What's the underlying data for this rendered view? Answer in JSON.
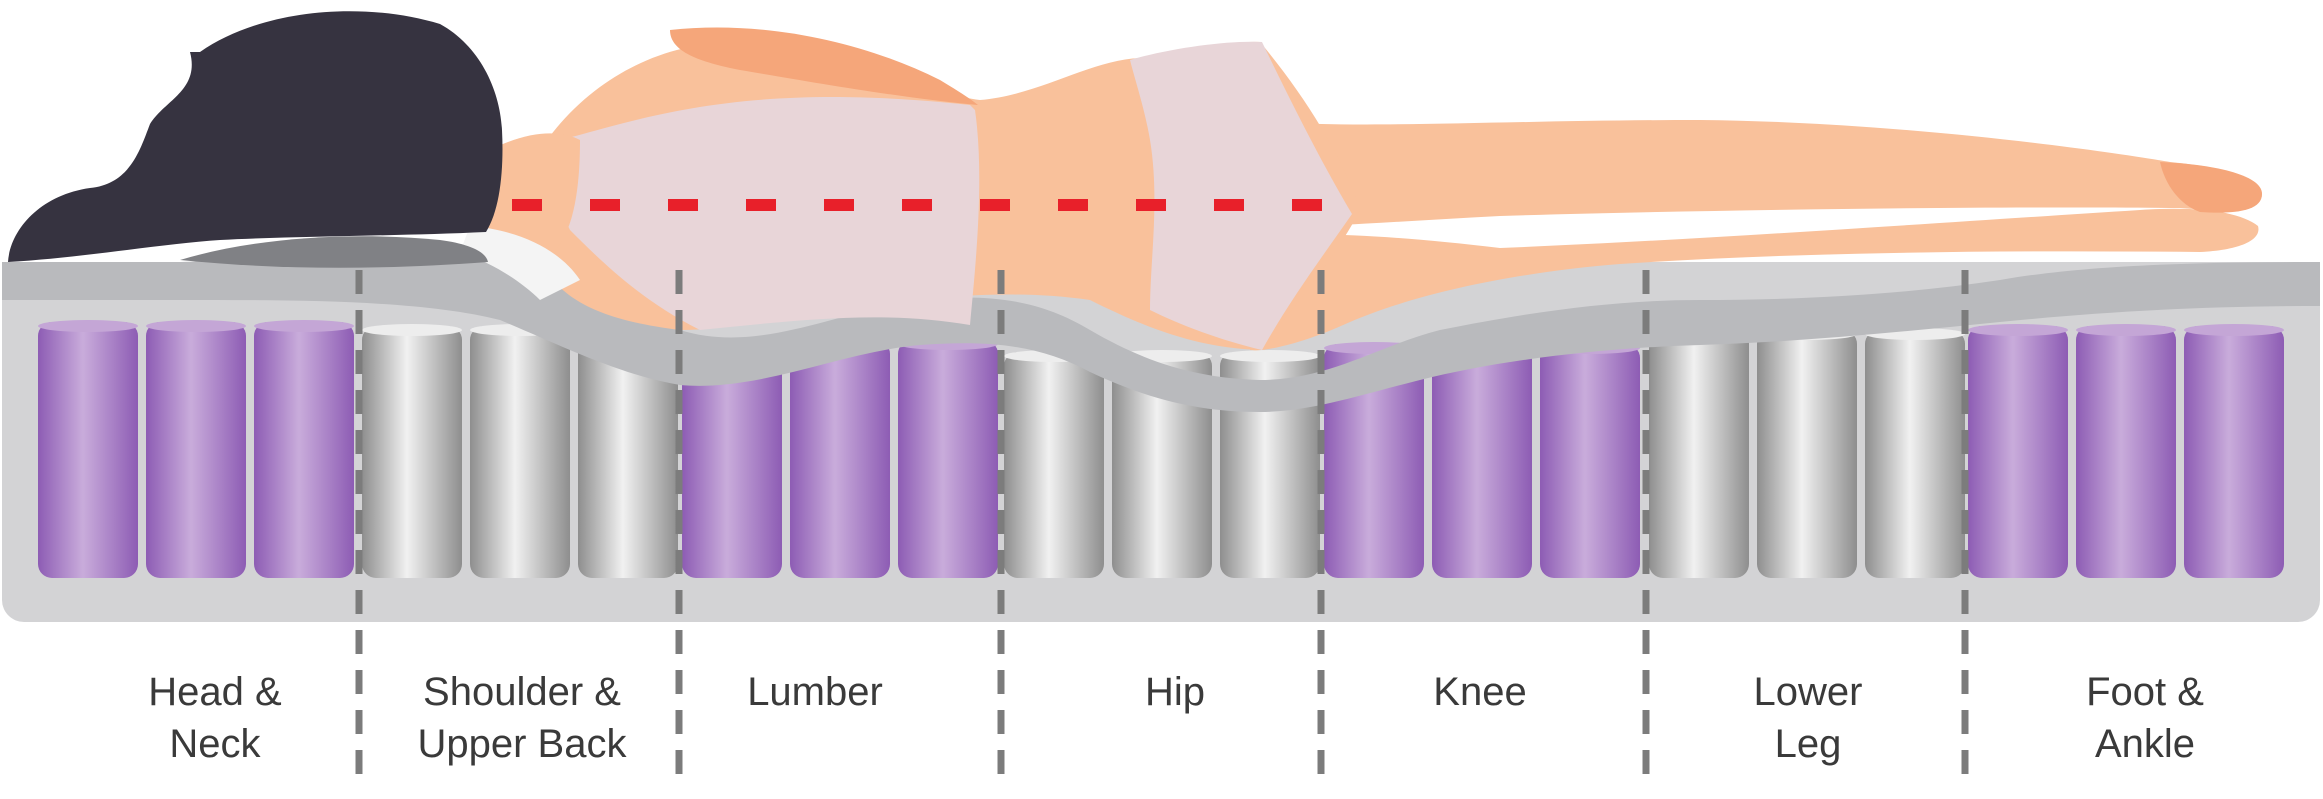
{
  "zones": [
    {
      "id": "head-neck",
      "lines": [
        "Head &",
        "Neck"
      ],
      "coil": "purple",
      "depth": 0
    },
    {
      "id": "shoulder-upper-back",
      "lines": [
        "Shoulder &",
        "Upper Back"
      ],
      "coil": "silver",
      "depth": 1
    },
    {
      "id": "lumber",
      "lines": [
        "Lumber"
      ],
      "coil": "purple",
      "depth": 2
    },
    {
      "id": "hip",
      "lines": [
        "Hip"
      ],
      "coil": "silver",
      "depth": 3
    },
    {
      "id": "knee",
      "lines": [
        "Knee"
      ],
      "coil": "purple",
      "depth": 2
    },
    {
      "id": "lower-leg",
      "lines": [
        "Lower",
        "Leg"
      ],
      "coil": "silver",
      "depth": 1
    },
    {
      "id": "foot-ankle",
      "lines": [
        "Foot &",
        "Ankle"
      ],
      "coil": "purple",
      "depth": 0
    }
  ],
  "colors": {
    "coil_purple": "#9e6fc0",
    "coil_purple_light": "#c4a6d6",
    "coil_silver": "#9a9a9a",
    "coil_silver_light": "#ededed",
    "mattress_base": "#d3d3d5",
    "comfort_layer": "#b8b9bc",
    "divider": "#7c7c7c",
    "spine_line": "#e8202a",
    "skin": "#f9c19b",
    "skin_shade": "#f5a67a",
    "garment": "#e8d5d8",
    "hair": "#363340",
    "label": "#3a3a3a"
  },
  "icons": {
    "figure": "sleeping-woman-icon",
    "spine": "spine-alignment-line-icon"
  }
}
